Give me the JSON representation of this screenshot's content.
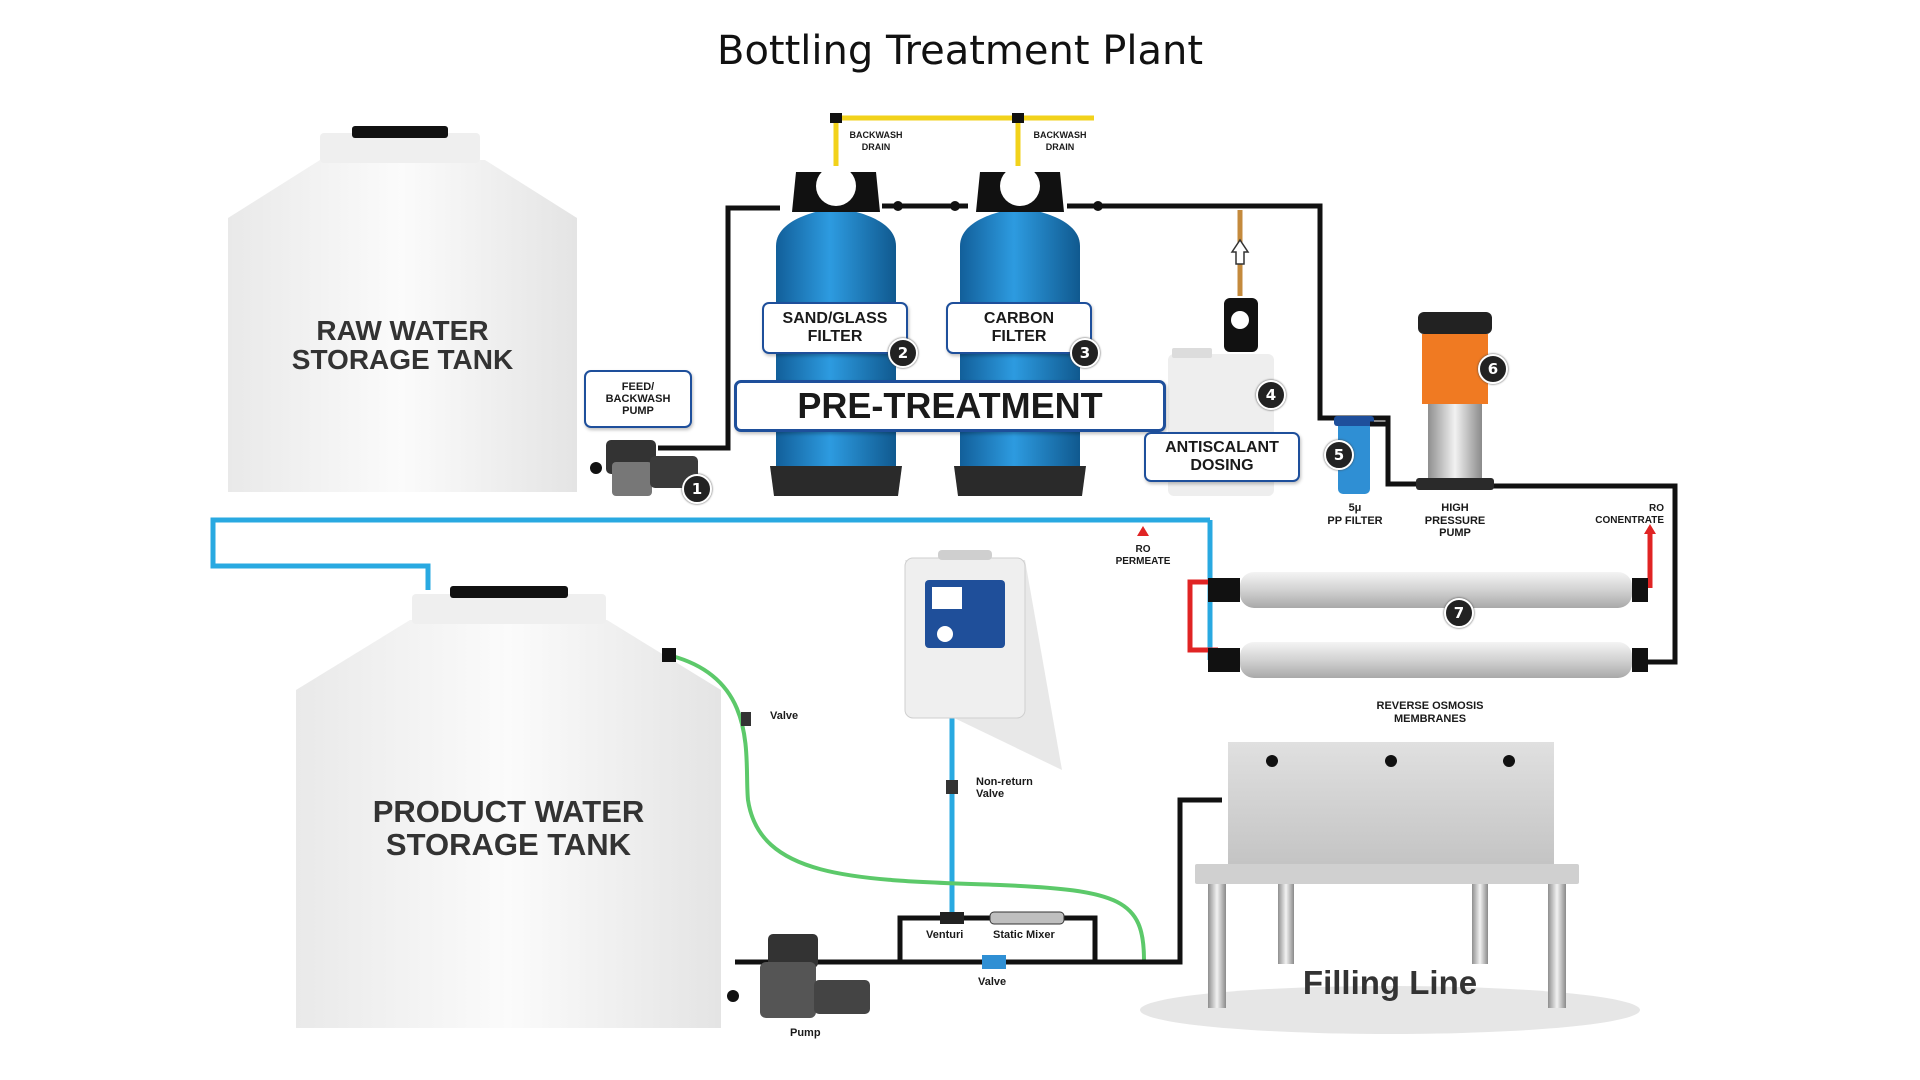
{
  "title": "Bottling Treatment Plant",
  "tanks": {
    "raw": "RAW WATER\nSTORAGE TANK",
    "product": "PRODUCT WATER\nSTORAGE TANK"
  },
  "labels": {
    "feed_pump": "FEED/\nBACKWASH\nPUMP",
    "sand_filter": "SAND/GLASS\nFILTER",
    "carbon_filter": "CARBON\nFILTER",
    "pretreatment": "PRE-TREATMENT",
    "antiscalant": "ANTISCALANT\nDOSING",
    "pp_filter": "5μ\nPP FILTER",
    "hp_pump": "HIGH\nPRESSURE\nPUMP",
    "ro_concentrate": "RO\nCONENTRATE",
    "ro_permeate": "RO\nPERMEATE",
    "membranes": "REVERSE OSMOSIS\nMEMBRANES",
    "backwash_drain_1": "BACKWASH\nDRAIN",
    "backwash_drain_2": "BACKWASH\nDRAIN",
    "valve_top": "Valve",
    "non_return_valve": "Non-return\nValve",
    "venturi": "Venturi",
    "static_mixer": "Static Mixer",
    "valve_bottom": "Valve",
    "pump": "Pump",
    "filling_line": "Filling Line"
  },
  "badges": [
    "1",
    "2",
    "3",
    "4",
    "5",
    "6",
    "7"
  ],
  "colors": {
    "pipe_black": "#111111",
    "pipe_blue": "#29a9e1",
    "pipe_green": "#5cc96a",
    "pipe_yellow": "#f2d21b",
    "pipe_red": "#e02424",
    "filter_blue": "#1f84c4",
    "pump_orange": "#f07a22",
    "box_border": "#1e4f9b"
  }
}
